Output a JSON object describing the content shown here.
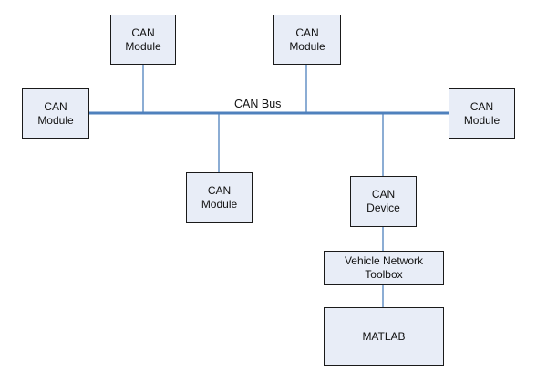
{
  "colors": {
    "box_fill": "#e8edf7",
    "line": "#4f81bd",
    "bus": "#4f81bd",
    "text": "#111111"
  },
  "bus": {
    "label": "CAN Bus"
  },
  "nodes": {
    "module_top_left": {
      "label": "CAN\nModule"
    },
    "module_top_right": {
      "label": "CAN\nModule"
    },
    "module_left": {
      "label": "CAN\nModule"
    },
    "module_right": {
      "label": "CAN\nModule"
    },
    "module_bottom": {
      "label": "CAN\nModule"
    },
    "device": {
      "label": "CAN\nDevice"
    },
    "toolbox": {
      "label": "Vehicle Network\nToolbox"
    },
    "matlab": {
      "label": "MATLAB"
    }
  }
}
